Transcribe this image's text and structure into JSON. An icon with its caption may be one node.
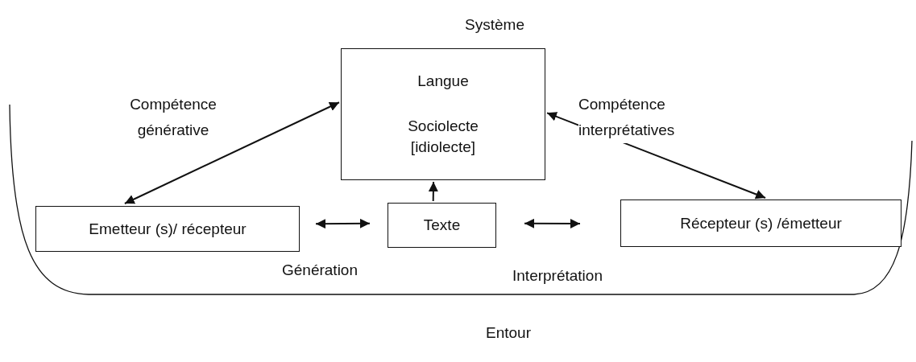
{
  "diagram": {
    "nodes": [
      {
        "text": [
          "Langue",
          "Sociolecte [idiolecte]"
        ]
      },
      {
        "text": [
          "Emetteur (s)/ récepteur"
        ]
      },
      {
        "text": [
          "Texte"
        ]
      },
      {
        "text": [
          "Récepteur (s) /émetteur"
        ]
      }
    ],
    "edges": [
      {
        "from": 1,
        "to": 0,
        "arrow": "both",
        "label": "Compétence générative"
      },
      {
        "from": 0,
        "to": 3,
        "arrow": "both",
        "label": "Compétence interprétatives"
      },
      {
        "from": 2,
        "to": 0,
        "arrow": "to"
      },
      {
        "from": 1,
        "to": 2,
        "arrow": "both"
      },
      {
        "from": 2,
        "to": 3,
        "arrow": "both"
      }
    ],
    "labels": [
      "Système",
      "Génération",
      "Interprétation",
      "Entour"
    ]
  }
}
